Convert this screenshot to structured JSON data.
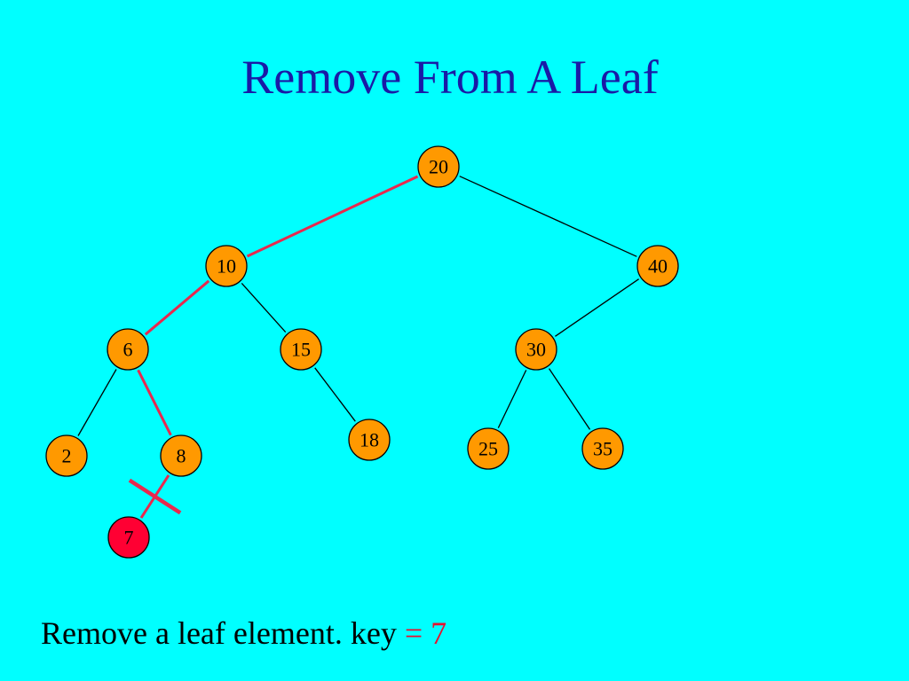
{
  "title": "Remove From A Leaf",
  "colors": {
    "background": "#00ffff",
    "title": "#1a1aa6",
    "node_fill": "#ff9900",
    "node_removed_fill": "#ff0033",
    "edge": "#000000",
    "path_edge": "#e8284e",
    "highlight_text": "#e8102e"
  },
  "tree": {
    "nodes": [
      {
        "id": "n20",
        "label": "20",
        "state": "normal"
      },
      {
        "id": "n10",
        "label": "10",
        "state": "normal"
      },
      {
        "id": "n40",
        "label": "40",
        "state": "normal"
      },
      {
        "id": "n6",
        "label": "6",
        "state": "normal"
      },
      {
        "id": "n15",
        "label": "15",
        "state": "normal"
      },
      {
        "id": "n30",
        "label": "30",
        "state": "normal"
      },
      {
        "id": "n2",
        "label": "2",
        "state": "normal"
      },
      {
        "id": "n8",
        "label": "8",
        "state": "normal"
      },
      {
        "id": "n18",
        "label": "18",
        "state": "normal"
      },
      {
        "id": "n25",
        "label": "25",
        "state": "normal"
      },
      {
        "id": "n35",
        "label": "35",
        "state": "normal"
      },
      {
        "id": "n7",
        "label": "7",
        "state": "removed"
      }
    ],
    "edges": [
      {
        "from": "n20",
        "to": "n10",
        "style": "path"
      },
      {
        "from": "n20",
        "to": "n40",
        "style": "normal"
      },
      {
        "from": "n10",
        "to": "n6",
        "style": "path"
      },
      {
        "from": "n10",
        "to": "n15",
        "style": "normal"
      },
      {
        "from": "n40",
        "to": "n30",
        "style": "normal"
      },
      {
        "from": "n6",
        "to": "n2",
        "style": "normal"
      },
      {
        "from": "n6",
        "to": "n8",
        "style": "path"
      },
      {
        "from": "n15",
        "to": "n18",
        "style": "normal"
      },
      {
        "from": "n30",
        "to": "n25",
        "style": "normal"
      },
      {
        "from": "n30",
        "to": "n35",
        "style": "normal"
      },
      {
        "from": "n8",
        "to": "n7",
        "style": "path",
        "cut": true
      }
    ]
  },
  "caption": {
    "text": "Remove a leaf element. key ",
    "equals": "= 7"
  }
}
